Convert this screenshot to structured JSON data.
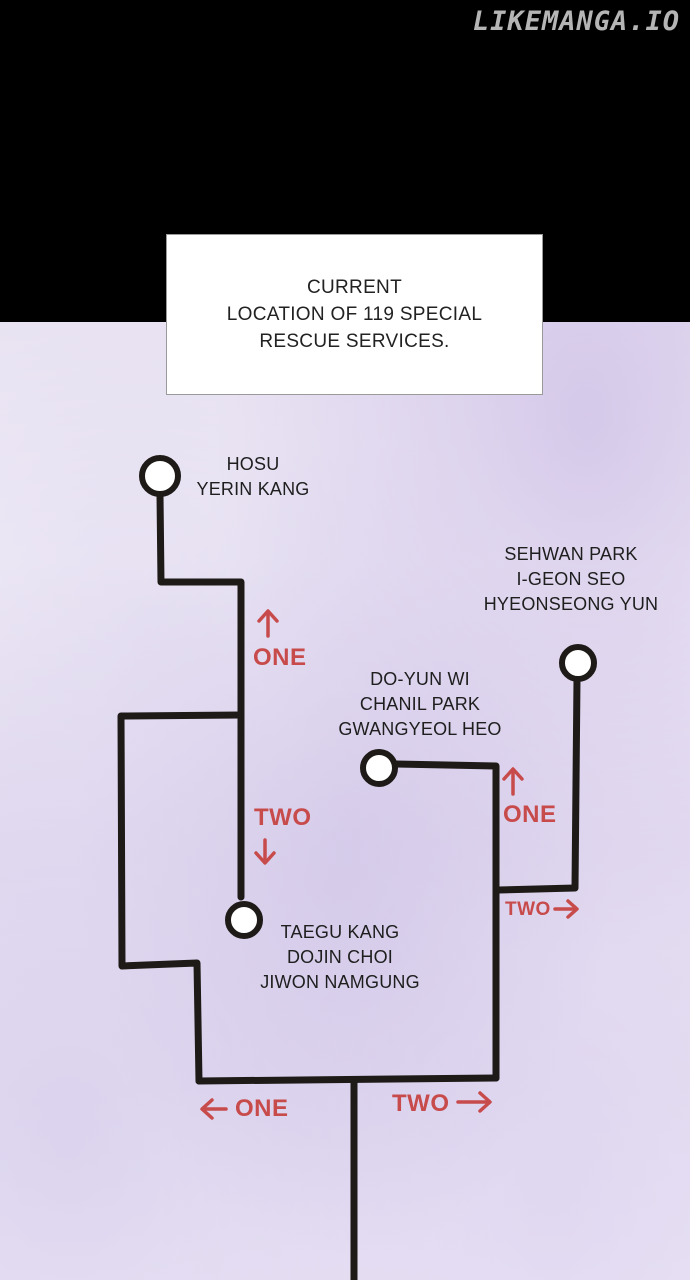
{
  "watermark": "LIKEMANGA.IO",
  "caption": {
    "lines": [
      "CURRENT",
      "LOCATION OF 119 SPECIAL",
      "RESCUE SERVICES."
    ]
  },
  "teams": {
    "top_left": [
      "HOSU",
      "YERIN KANG"
    ],
    "right": [
      "SEHWAN PARK",
      "I-GEON SEO",
      "HYEONSEONG YUN"
    ],
    "middle": [
      "DO-YUN WI",
      "CHANIL PARK",
      "GWANGYEOL HEO"
    ],
    "bottom_left": [
      "TAEGU KANG",
      "DOJIN CHOI",
      "JIWON NAMGUNG"
    ]
  },
  "directions": {
    "one": "ONE",
    "two": "TWO"
  },
  "colors": {
    "line": "#1e1a17",
    "arrow": "#c84b4b"
  }
}
